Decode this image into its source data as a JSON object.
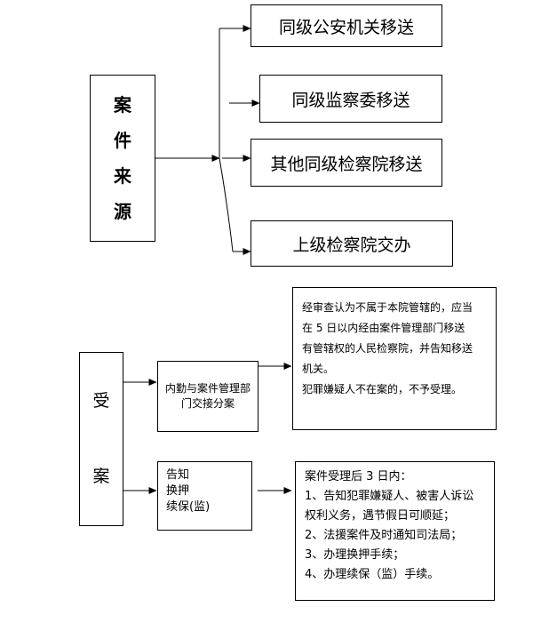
{
  "source": {
    "chars": [
      "案",
      "件",
      "来",
      "源"
    ]
  },
  "destinations": [
    {
      "label": "同级公安机关移送"
    },
    {
      "label": "同级监察委移送"
    },
    {
      "label": "其他同级检察院移送"
    },
    {
      "label": "上级检察院交办"
    }
  ],
  "accept": {
    "chars": [
      "受",
      "案"
    ]
  },
  "internal_box": {
    "text": "内勤与案件管理部门交接分案"
  },
  "review_note": {
    "lines": [
      "经审查认为不属于本院管辖的，应当",
      "在 5 日以内经由案件管理部门移送",
      "有管辖权的人民检察院，并告知移送",
      "机关。",
      "犯罪嫌疑人不在案的，不予受理。"
    ]
  },
  "notify_box": {
    "lines": [
      "告知",
      "换押",
      "续保(监)"
    ]
  },
  "steps_note": {
    "lines": [
      "案件受理后 3 日内：",
      "1、告知犯罪嫌疑人、被害人诉讼",
      "权利义务，遇节假日可顺延；",
      "2、法援案件及时通知司法局；",
      "3、办理换押手续；",
      "4、办理续保（监）手续。"
    ]
  }
}
